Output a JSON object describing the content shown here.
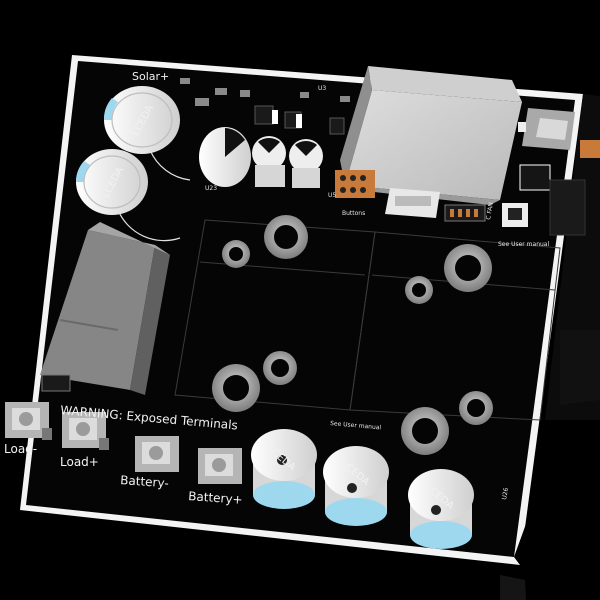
{
  "labels": {
    "solar_plus": "Solar+",
    "lceda": "LCEDA",
    "buttons": "Buttons",
    "see_manual_top": "See User manual",
    "see_manual_mid": "See User manual",
    "warning": "WARNING: Exposed Terminals",
    "load_minus": "Load-",
    "load_plus": "Load+",
    "battery_minus": "Battery-",
    "battery_plus": "Battery+",
    "c_fan": "C FAN",
    "u23": "U23",
    "u26": "U26",
    "u3": "U3",
    "u5": "U5"
  },
  "colors": {
    "board": "#050505",
    "silkscreen": "#f2f2f2",
    "pad": "#9c9c9c",
    "component_gray": "#8a8a8a",
    "capacitor_white": "#f4f4f4",
    "capacitor_stripe": "#9ed8ee",
    "header_orange": "#c77a3a"
  },
  "icons": {
    "terminal_blocks": "terminal-block-icon",
    "usb": "usb-c-connector-icon"
  }
}
